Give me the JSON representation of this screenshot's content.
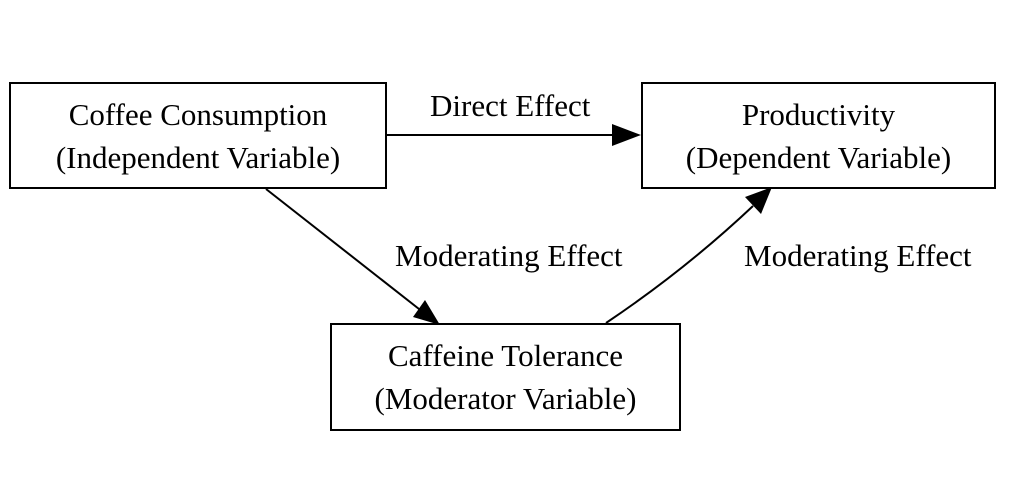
{
  "nodes": {
    "independent": {
      "title": "Coffee Consumption",
      "role": "(Independent Variable)"
    },
    "dependent": {
      "title": "Productivity",
      "role": "(Dependent Variable)"
    },
    "moderator": {
      "title": "Caffeine Tolerance",
      "role": "(Moderator Variable)"
    }
  },
  "edges": {
    "direct": "Direct Effect",
    "iv_to_moderator": "Moderating Effect",
    "moderator_to_dv": "Moderating Effect"
  },
  "colors": {
    "stroke": "#000000",
    "background": "#ffffff"
  }
}
